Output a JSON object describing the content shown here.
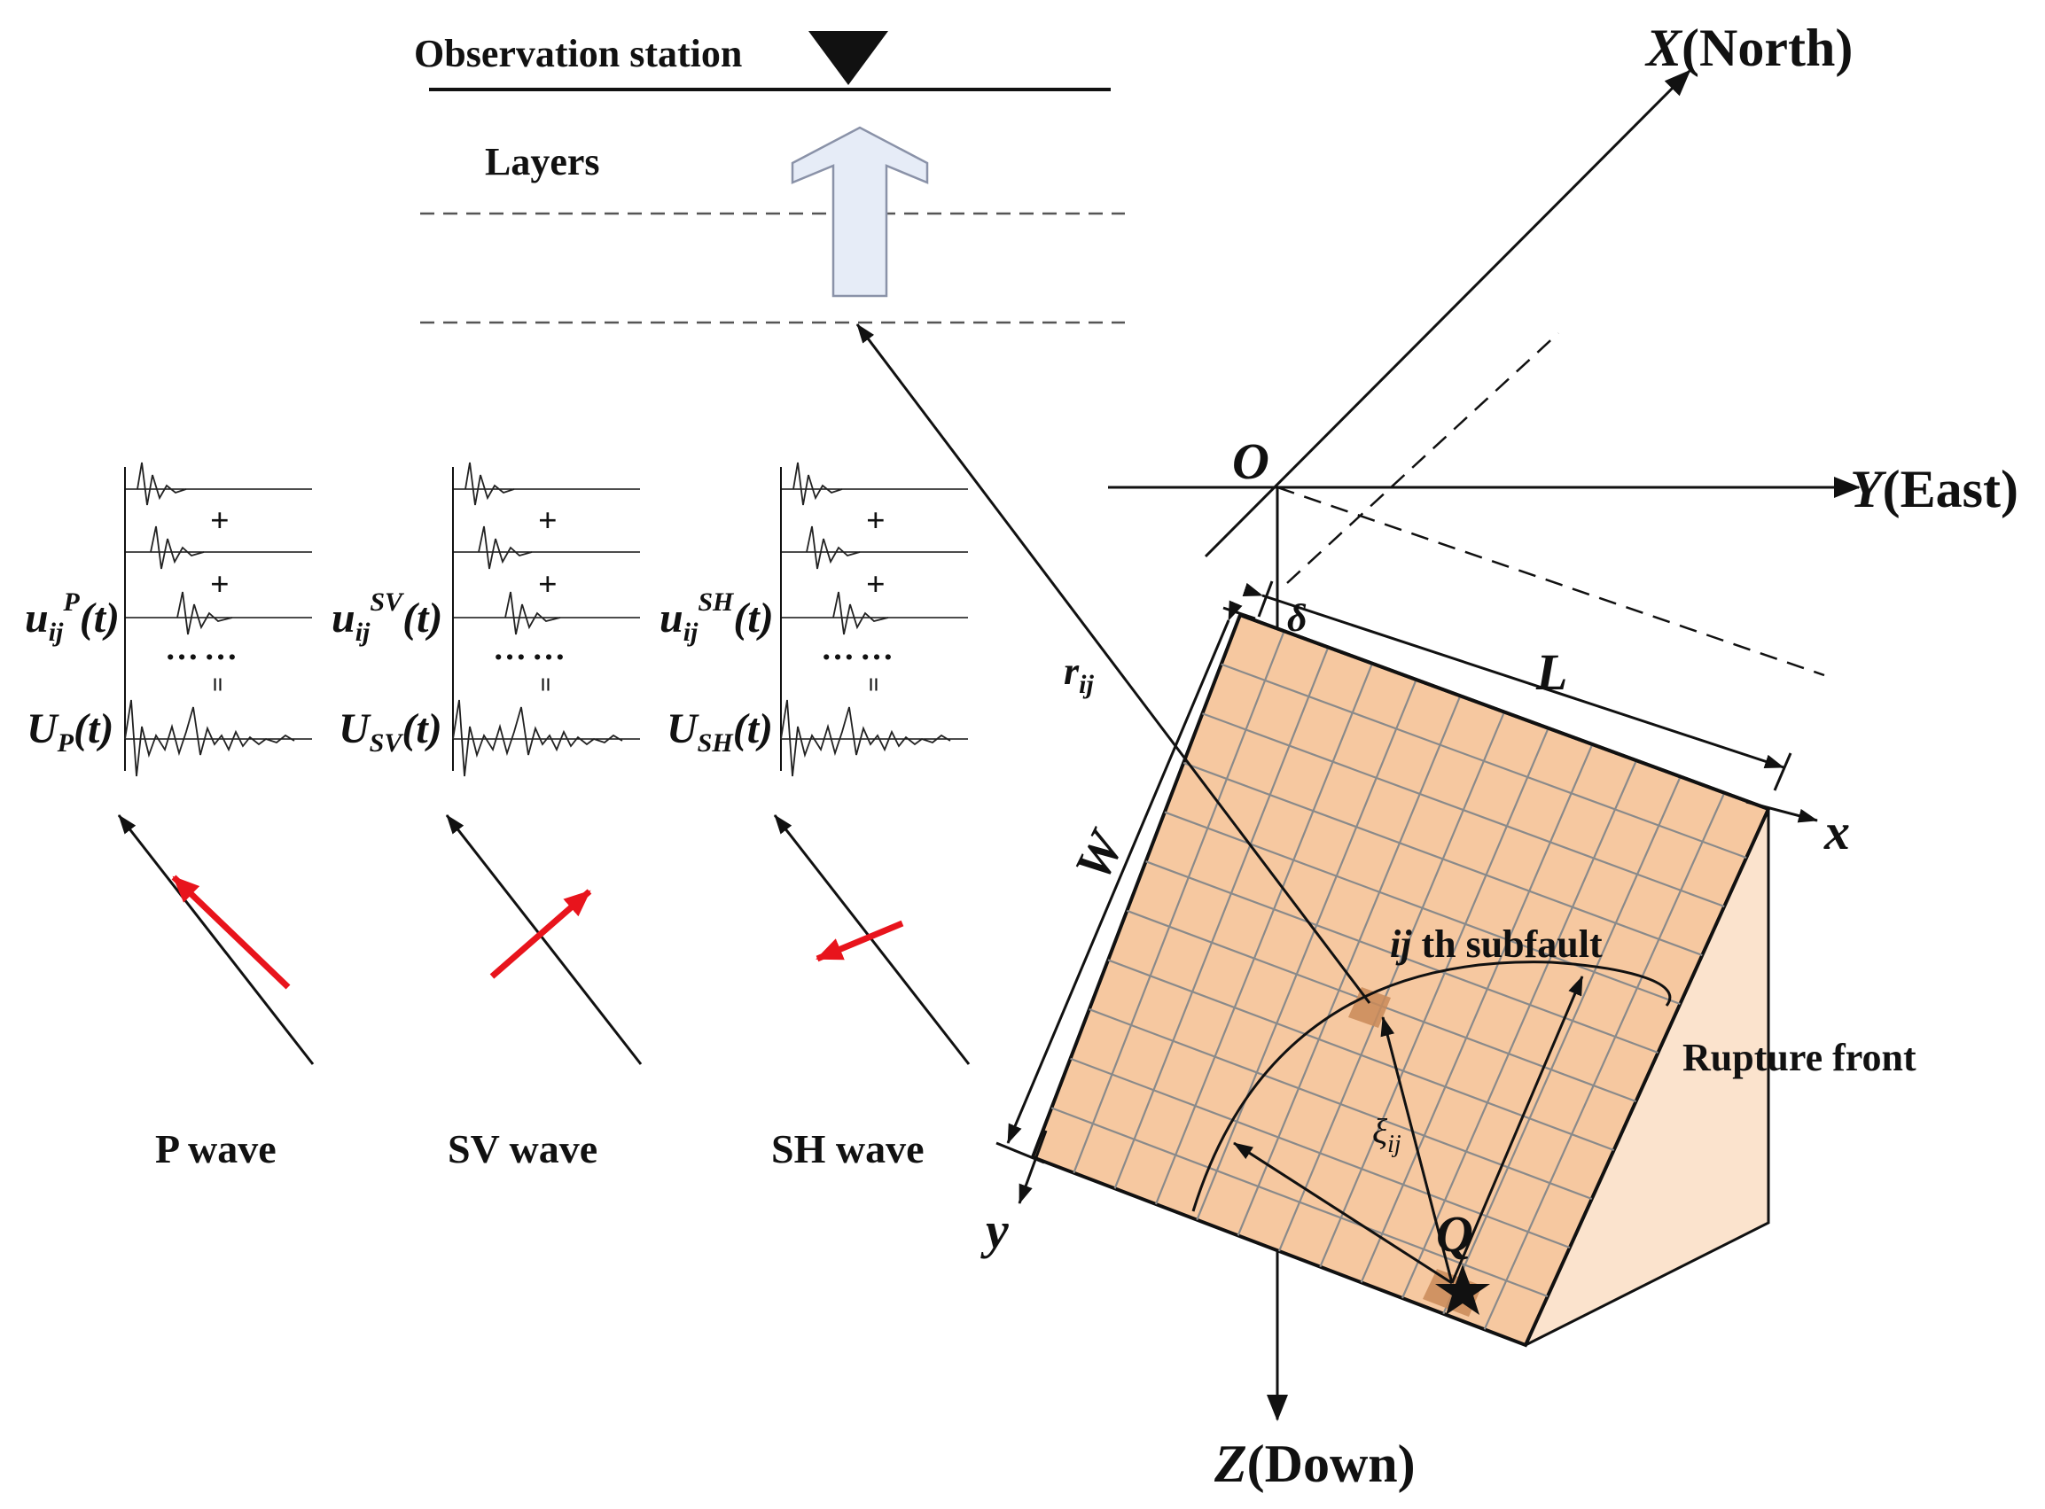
{
  "observation_station": "Observation station",
  "layers": "Layers",
  "axes": {
    "x_north": {
      "var": "X",
      "suffix": "(North)"
    },
    "y_east": {
      "var": "Y",
      "suffix": "(East)"
    },
    "z_down": {
      "var": "Z",
      "suffix": "(Down)"
    },
    "origin": "O"
  },
  "fault": {
    "x": "x",
    "y": "y",
    "L": "L",
    "W": "W",
    "delta": "δ",
    "rij": {
      "base": "r",
      "sub": "ij"
    },
    "xi": {
      "base": "ξ",
      "sub": "ij"
    },
    "hypocenter": "Q",
    "subfault": {
      "ij": "ij",
      "rest": " th subfault"
    },
    "rupture_front": "Rupture front"
  },
  "waves": [
    {
      "u_base": "u",
      "u_sub": "ij",
      "u_sup": "P",
      "U_base": "U",
      "U_sub": "P",
      "t": "(t)",
      "name": "P wave"
    },
    {
      "u_base": "u",
      "u_sub": "ij",
      "u_sup": "SV",
      "U_base": "U",
      "U_sub": "SV",
      "t": "(t)",
      "name": "SV wave"
    },
    {
      "u_base": "u",
      "u_sub": "ij",
      "u_sup": "SH",
      "U_base": "U",
      "U_sub": "SH",
      "t": "(t)",
      "name": "SH wave"
    }
  ],
  "symbols": {
    "plus": "+",
    "dots": "……",
    "equals": "="
  },
  "colors": {
    "fault_face": "#f6c8a0",
    "fault_side": "#fbe3cd",
    "grid": "#8a8a8a",
    "subfault": "#c98a58",
    "arrow_up": "#e6ecf7",
    "particle_motion": "#e8141c"
  }
}
